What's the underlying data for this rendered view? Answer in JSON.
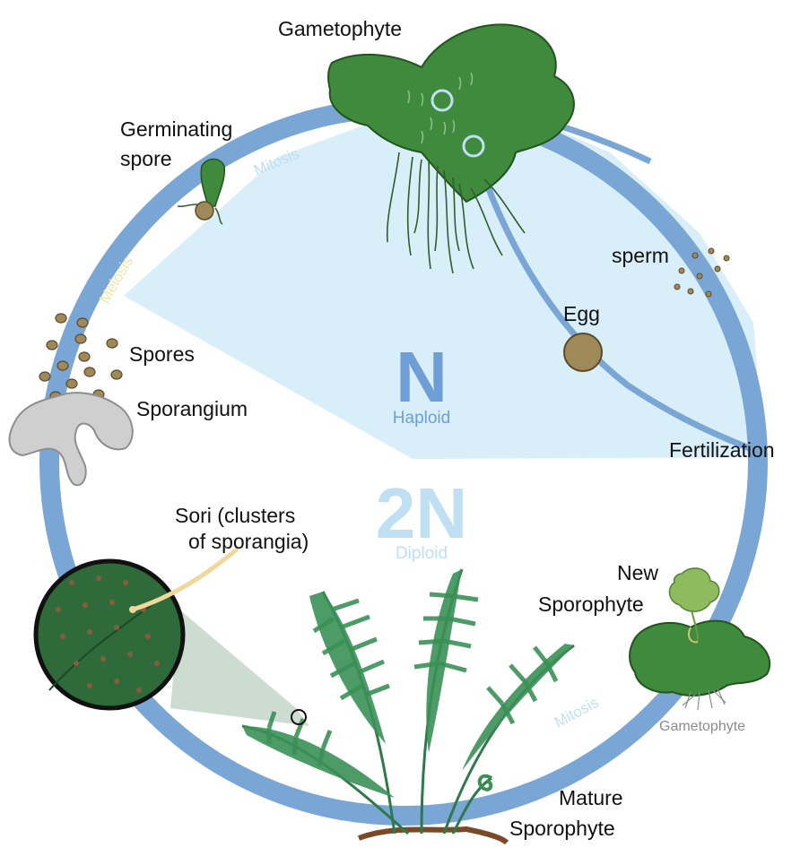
{
  "labels": {
    "gametophyte_top": "Gametophyte",
    "germinating_line1": "Germinating",
    "germinating_line2": "spore",
    "sperm": "sperm",
    "egg": "Egg",
    "spores": "Spores",
    "sporangium": "Sporangium",
    "fertilization": "Fertilization",
    "sori_line1": "Sori (clusters",
    "sori_line2": "of sporangia)",
    "new_sporophyte_line1": "New",
    "new_sporophyte_line2": "Sporophyte",
    "gametophyte_small": "Gametophyte",
    "mature_line1": "Mature",
    "mature_line2": "Sporophyte"
  },
  "ring_labels": {
    "mitosis_top": "Mitosis",
    "meiosis": "Meiosis",
    "mitosis_bottom": "Mitosis"
  },
  "phases": {
    "haploid_symbol": "N",
    "haploid_name": "Haploid",
    "diploid_symbol": "2N",
    "diploid_name": "Diploid"
  },
  "colors": {
    "ring": "#7aa6d6",
    "haploid_fill": "#d8eef9",
    "haploid_text": "#6f9ed6",
    "diploid_text": "#bfe0f2",
    "meiosis_text": "#f3e6a8",
    "gametophyte_green": "#3f8a3d",
    "fern_green": "#2f7a4a",
    "spore_brown": "#a08958",
    "sporangium_gray": "#cfcfcf"
  }
}
